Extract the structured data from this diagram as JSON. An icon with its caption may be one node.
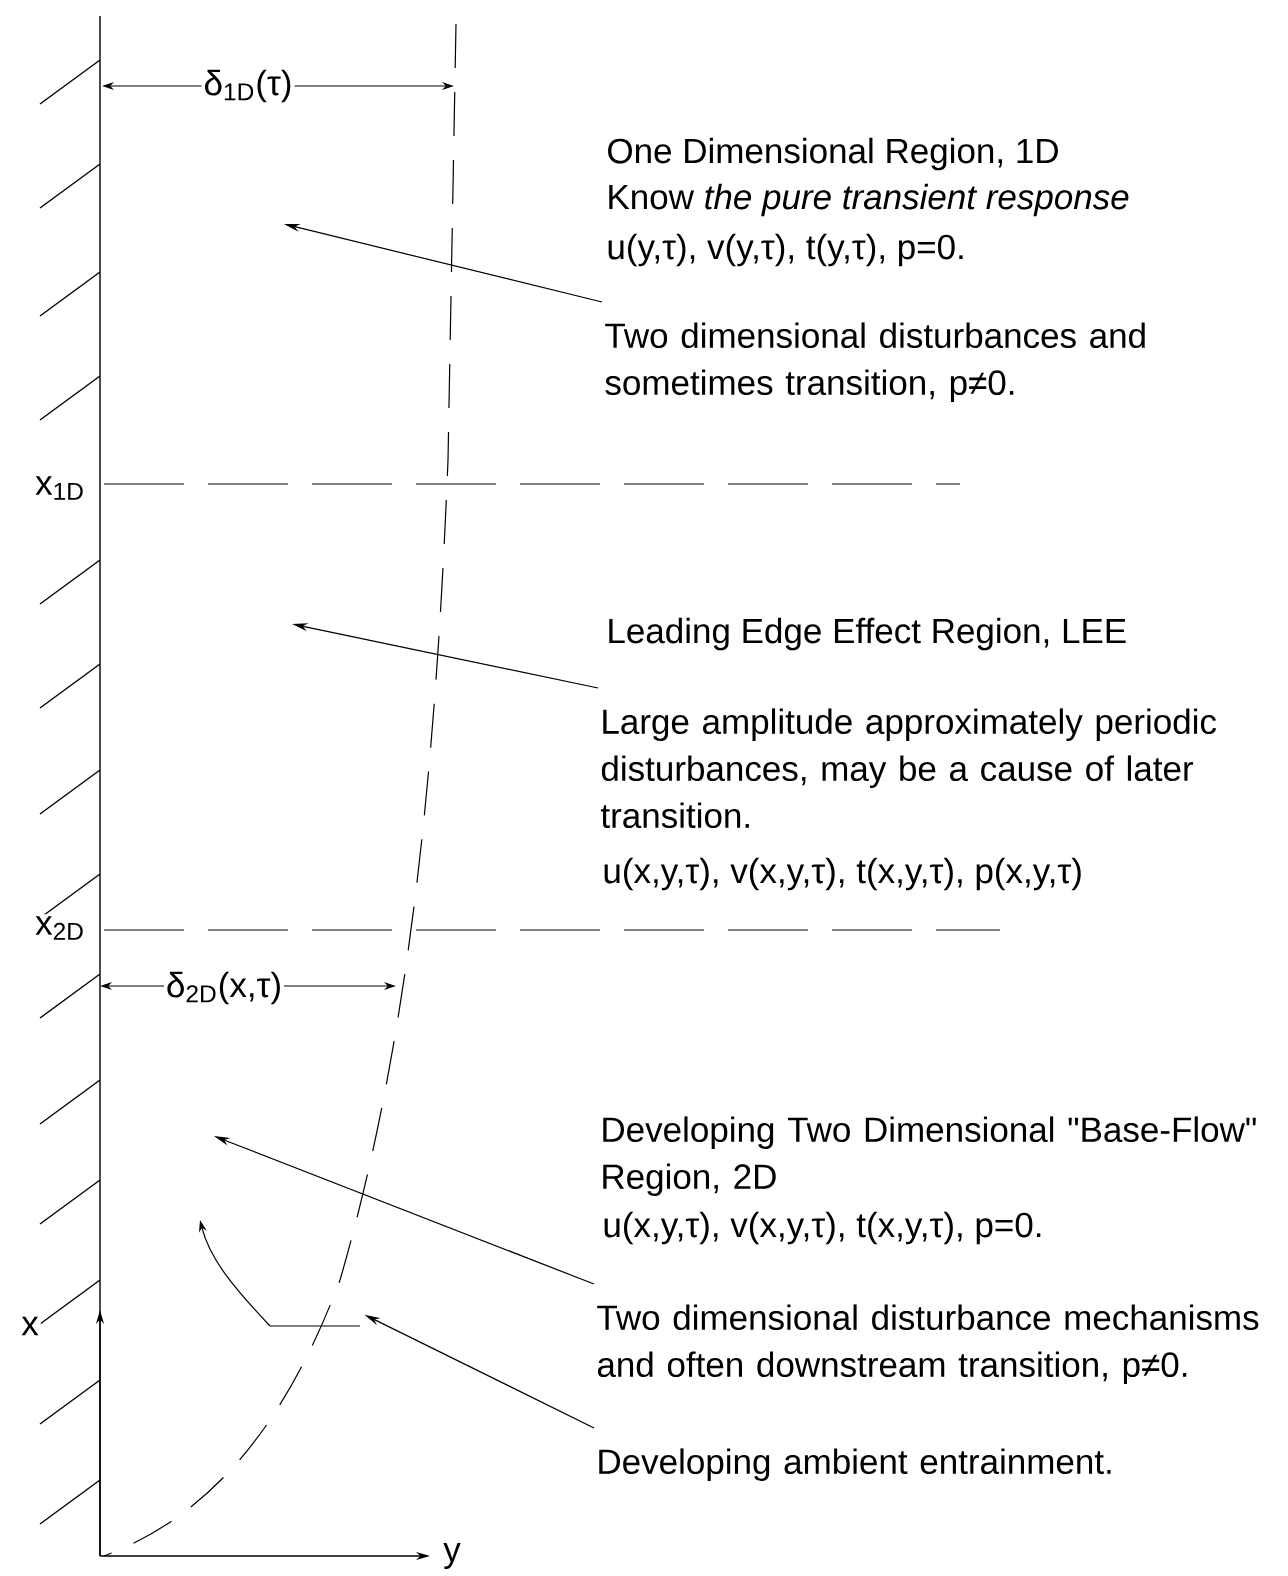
{
  "diagram": {
    "nodes": [
      {
        "text": [
          "Two dimensional disturbances and sometimes transition, p≠0."
        ]
      },
      {
        "text": [
          "Large amplitude approximately periodic disturbances, may be a cause of later transition."
        ]
      },
      {
        "text": [
          "Two dimensional disturbance mechanisms and often downstream transition, p≠0."
        ]
      },
      {
        "text": [
          "Developing ambient entrainment."
        ]
      },
      {
        "text": [],
        "shape": "arrow"
      }
    ],
    "edges": [
      {
        "from": 0,
        "to": null,
        "arrow": "to"
      },
      {
        "from": 1,
        "to": null,
        "arrow": "to"
      },
      {
        "from": 2,
        "to": null,
        "arrow": "to"
      },
      {
        "from": 3,
        "to": 4,
        "arrow": "to"
      }
    ],
    "labels": [
      "δ$_{1D}$(τ)",
      "One Dimensional Region, 1D",
      "Know *the pure transient response*",
      "u(y,τ), v(y,τ), t(y,τ), p=0.",
      "x$_{1D}$",
      "Leading Edge Effect Region, LEE",
      "u(x,y,τ), v(x,y,τ), t(x,y,τ), p(x,y,τ)",
      "x$_{2D}$",
      "δ$_{2D}$(x,τ)",
      "Developing Two Dimensional \"Base-Flow\" Region, 2D",
      "u(x,y,τ), v(x,y,τ), t(x,y,τ), p=0.",
      "x",
      "y"
    ]
  }
}
